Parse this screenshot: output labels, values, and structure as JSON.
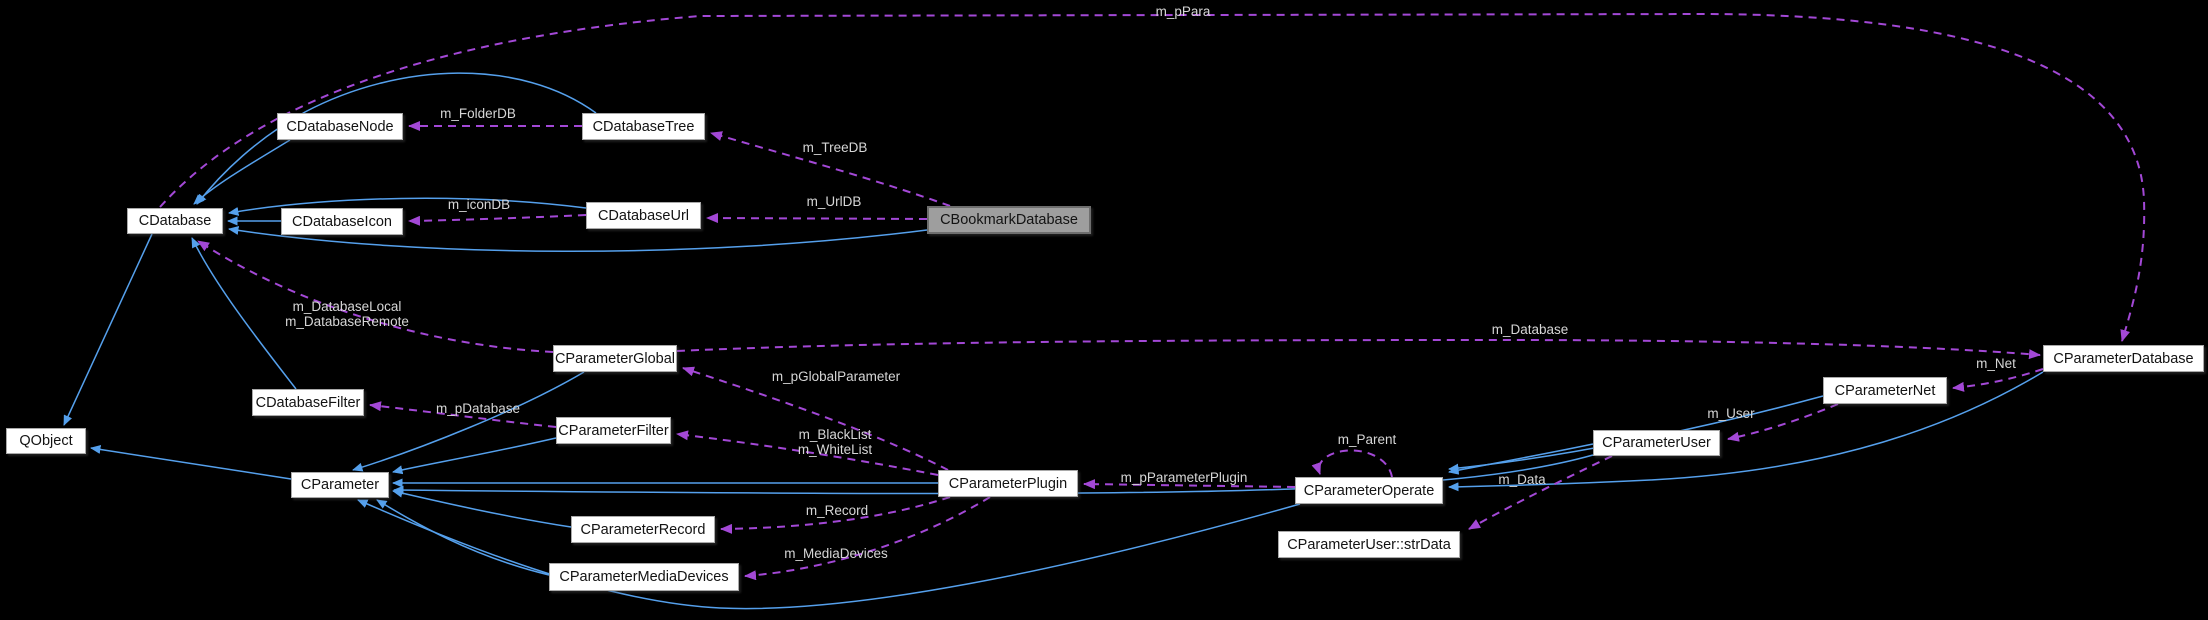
{
  "diagram": {
    "kind": "class-collaboration-graph",
    "colors": {
      "background": "#000000",
      "inheritance_edge": "#55a0ec",
      "usage_edge": "#a348d6",
      "node_fill": "#ffffff",
      "node_border": "#a9a9a9",
      "highlight_node_fill": "#9e9e9e",
      "node_text": "#131313",
      "edge_label_text": "#d6d6d6"
    },
    "nodes": {
      "qobject": {
        "label": "QObject",
        "highlighted": false
      },
      "cdatabase": {
        "label": "CDatabase",
        "highlighted": false
      },
      "cdatabasenode": {
        "label": "CDatabaseNode",
        "highlighted": false
      },
      "cdatabasetree": {
        "label": "CDatabaseTree",
        "highlighted": false
      },
      "cdatabaseicon": {
        "label": "CDatabaseIcon",
        "highlighted": false
      },
      "cdatabaseurl": {
        "label": "CDatabaseUrl",
        "highlighted": false
      },
      "cbookmarkdatabase": {
        "label": "CBookmarkDatabase",
        "highlighted": true
      },
      "cparameterglobal": {
        "label": "CParameterGlobal",
        "highlighted": false
      },
      "cdatabasefilter": {
        "label": "CDatabaseFilter",
        "highlighted": false
      },
      "cparameterfilter": {
        "label": "CParameterFilter",
        "highlighted": false
      },
      "cparameter": {
        "label": "CParameter",
        "highlighted": false
      },
      "cparameterrecord": {
        "label": "CParameterRecord",
        "highlighted": false
      },
      "cparametermediadevices": {
        "label": "CParameterMediaDevices",
        "highlighted": false
      },
      "cparameterplugin": {
        "label": "CParameterPlugin",
        "highlighted": false
      },
      "cparameteroperate": {
        "label": "CParameterOperate",
        "highlighted": false
      },
      "cparameteruserstrdata": {
        "label": "CParameterUser::strData",
        "highlighted": false
      },
      "cparameteruser": {
        "label": "CParameterUser",
        "highlighted": false
      },
      "cparameternet": {
        "label": "CParameterNet",
        "highlighted": false
      },
      "cparameterdatabase": {
        "label": "CParameterDatabase",
        "highlighted": false
      }
    },
    "edge_labels": {
      "m_pPara": "m_pPara",
      "m_FolderDB": "m_FolderDB",
      "m_TreeDB": "m_TreeDB",
      "m_UrlDB": "m_UrlDB",
      "m_iconDB": "m_iconDB",
      "m_DatabaseLocalRemote": "m_DatabaseLocal\nm_DatabaseRemote",
      "m_pDatabase": "m_pDatabase",
      "m_pGlobalParameter": "m_pGlobalParameter",
      "m_BlackWhiteList": "m_BlackList\nm_WhiteList",
      "m_Record": "m_Record",
      "m_MediaDevices": "m_MediaDevices",
      "m_pParameterPlugin": "m_pParameterPlugin",
      "m_Parent": "m_Parent",
      "m_Data": "m_Data",
      "m_User": "m_User",
      "m_Net": "m_Net",
      "m_Database": "m_Database"
    },
    "edges": [
      {
        "from": "CDatabaseTree",
        "to": "CDatabase",
        "type": "inheritance"
      },
      {
        "from": "CDatabaseNode",
        "to": "CDatabase",
        "type": "inheritance"
      },
      {
        "from": "CDatabaseIcon",
        "to": "CDatabase",
        "type": "inheritance"
      },
      {
        "from": "CDatabaseUrl",
        "to": "CDatabase",
        "type": "inheritance"
      },
      {
        "from": "CBookmarkDatabase",
        "to": "CDatabase",
        "type": "inheritance"
      },
      {
        "from": "CDatabaseFilter",
        "to": "CDatabase",
        "type": "inheritance"
      },
      {
        "from": "CDatabase",
        "to": "QObject",
        "type": "inheritance"
      },
      {
        "from": "CParameter",
        "to": "QObject",
        "type": "inheritance"
      },
      {
        "from": "CParameterGlobal",
        "to": "CParameter",
        "type": "inheritance"
      },
      {
        "from": "CParameterFilter",
        "to": "CParameter",
        "type": "inheritance"
      },
      {
        "from": "CParameterPlugin",
        "to": "CParameter",
        "type": "inheritance"
      },
      {
        "from": "CParameterRecord",
        "to": "CParameter",
        "type": "inheritance"
      },
      {
        "from": "CParameterMediaDevices",
        "to": "CParameter",
        "type": "inheritance"
      },
      {
        "from": "CParameterOperate",
        "to": "CParameter",
        "type": "inheritance"
      },
      {
        "from": "CParameterUser",
        "to": "CParameter",
        "type": "inheritance"
      },
      {
        "from": "CParameterUser",
        "to": "CParameterOperate",
        "type": "inheritance"
      },
      {
        "from": "CParameterNet",
        "to": "CParameterOperate",
        "type": "inheritance"
      },
      {
        "from": "CParameterDatabase",
        "to": "CParameterOperate",
        "type": "inheritance"
      },
      {
        "from": "CDatabase",
        "to": "CParameterDatabase",
        "type": "usage",
        "label": "m_pPara"
      },
      {
        "from": "CDatabaseTree",
        "to": "CDatabaseNode",
        "type": "usage",
        "label": "m_FolderDB"
      },
      {
        "from": "CBookmarkDatabase",
        "to": "CDatabaseTree",
        "type": "usage",
        "label": "m_TreeDB"
      },
      {
        "from": "CBookmarkDatabase",
        "to": "CDatabaseUrl",
        "type": "usage",
        "label": "m_UrlDB"
      },
      {
        "from": "CDatabaseUrl",
        "to": "CDatabaseIcon",
        "type": "usage",
        "label": "m_iconDB"
      },
      {
        "from": "CParameterGlobal",
        "to": "CDatabase",
        "type": "usage",
        "label": "m_DatabaseLocal m_DatabaseRemote"
      },
      {
        "from": "CParameterFilter",
        "to": "CDatabaseFilter",
        "type": "usage",
        "label": "m_pDatabase"
      },
      {
        "from": "CParameterPlugin",
        "to": "CParameterGlobal",
        "type": "usage",
        "label": "m_pGlobalParameter"
      },
      {
        "from": "CParameterPlugin",
        "to": "CParameterFilter",
        "type": "usage",
        "label": "m_BlackList m_WhiteList"
      },
      {
        "from": "CParameterPlugin",
        "to": "CParameterRecord",
        "type": "usage",
        "label": "m_Record"
      },
      {
        "from": "CParameterPlugin",
        "to": "CParameterMediaDevices",
        "type": "usage",
        "label": "m_MediaDevices"
      },
      {
        "from": "CParameterOperate",
        "to": "CParameterPlugin",
        "type": "usage",
        "label": "m_pParameterPlugin"
      },
      {
        "from": "CParameterOperate",
        "to": "CParameterOperate",
        "type": "usage",
        "label": "m_Parent"
      },
      {
        "from": "CParameterUser",
        "to": "CParameterUser::strData",
        "type": "usage",
        "label": "m_Data"
      },
      {
        "from": "CParameterNet",
        "to": "CParameterUser",
        "type": "usage",
        "label": "m_User"
      },
      {
        "from": "CParameterDatabase",
        "to": "CParameterNet",
        "type": "usage",
        "label": "m_Net"
      },
      {
        "from": "CParameterGlobal",
        "to": "CParameterDatabase",
        "type": "usage",
        "label": "m_Database"
      }
    ]
  }
}
